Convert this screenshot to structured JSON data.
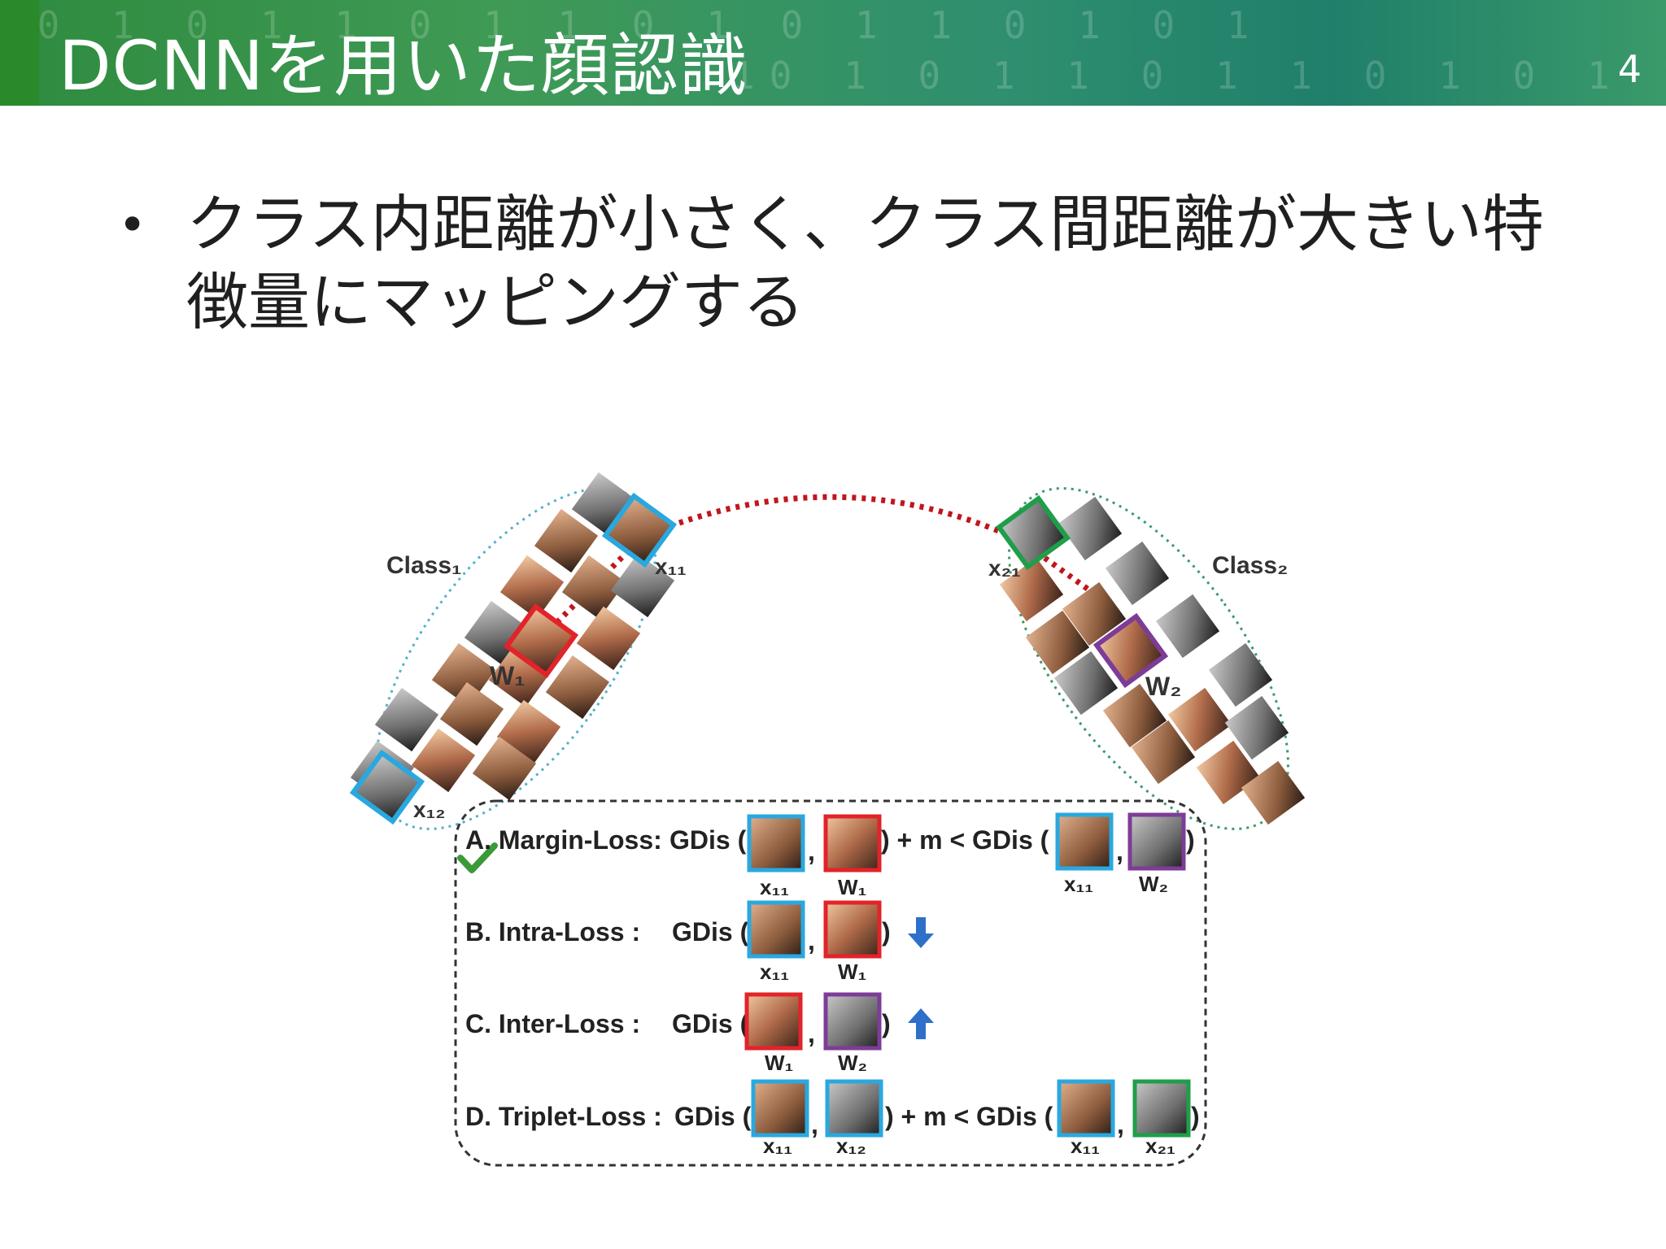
{
  "header": {
    "title": "DCNNを用いた顔認識",
    "page_number": "4",
    "background_code": "10  1 0 1  1 0 1 1 0 1 0  1 1 0  1 0 1"
  },
  "bullet": {
    "symbol": "•",
    "text": "クラス内距離が小さく、クラス間距離が大きい特徴量にマッピングする"
  },
  "colors": {
    "header_green": "#3f9a55",
    "x11_border": "#29a8e0",
    "w1_border": "#e2232a",
    "w2_border": "#7d3c98",
    "x21_border": "#1f9e4a",
    "ellipse1": "#4fb3c9",
    "ellipse2": "#3a9a6a",
    "arc": "#c0161c",
    "arrow": "#2e6fc9"
  },
  "figure": {
    "class1_label": "Class₁",
    "class2_label": "Class₂",
    "x11_label": "x₁₁",
    "x12_label": "x₁₂",
    "x21_label": "x₂₁",
    "w1_label": "W₁",
    "w2_label": "W₂",
    "rows": [
      {
        "name": "A. Margin-Loss:",
        "expr_left": "GDis (",
        "expr_mid": ") + m < GDis (",
        "expr_end": ")",
        "labels": [
          "x₁₁",
          "W₁",
          "x₁₁",
          "W₂"
        ]
      },
      {
        "name": "B. Intra-Loss :",
        "expr_left": "GDis (",
        "expr_end": ")",
        "arrow": "down",
        "labels": [
          "x₁₁",
          "W₁"
        ]
      },
      {
        "name": "C. Inter-Loss :",
        "expr_left": "GDis (",
        "expr_end": ")",
        "arrow": "up",
        "labels": [
          "W₁",
          "W₂"
        ]
      },
      {
        "name": "D. Triplet-Loss :",
        "expr_left": "GDis (",
        "expr_mid": ") + m < GDis (",
        "expr_end": ")",
        "labels": [
          "x₁₁",
          "x₁₂",
          "x₁₁",
          "x₂₁"
        ]
      }
    ],
    "comma": ","
  }
}
